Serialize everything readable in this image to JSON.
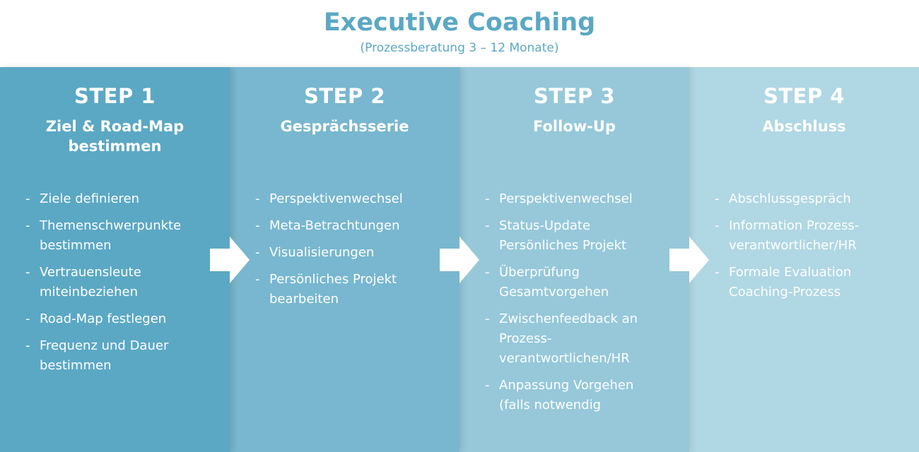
{
  "header": {
    "title": "Executive Coaching",
    "subtitle": "(Prozessberatung 3 – 12 Monate)"
  },
  "colors": {
    "title": "#5ba8c4",
    "step1": "#5ba8c4",
    "step2": "#78b7cf",
    "step3": "#96c8da",
    "step4": "#b0d7e4",
    "text": "#ffffff"
  },
  "steps": [
    {
      "title": "STEP 1",
      "subtitle": "Ziel & Road-Map bestimmen",
      "items": [
        "Ziele definieren",
        "Themenschwerpunkte bestimmen",
        "Vertrauensleute miteinbeziehen",
        "Road-Map festlegen",
        "Frequenz und Dauer bestimmen"
      ]
    },
    {
      "title": "STEP 2",
      "subtitle": "Gesprächsserie",
      "items": [
        "Perspektivenwechsel",
        "Meta-Betrachtungen",
        "Visualisierungen",
        "Persönliches Projekt bearbeiten"
      ]
    },
    {
      "title": "STEP 3",
      "subtitle": "Follow-Up",
      "items": [
        "Perspektivenwechsel",
        "Status-Update Persönliches Projekt",
        "Überprüfung Gesamtvorgehen",
        "Zwischenfeedback an Prozess-verantwortlichen/HR",
        "Anpassung Vorgehen (falls notwendig"
      ]
    },
    {
      "title": "STEP 4",
      "subtitle": "Abschluss",
      "items": [
        "Abschlussgespräch",
        "Information Prozess-verantwortlicher/HR",
        "Formale Evaluation Coaching-Prozess"
      ]
    }
  ],
  "arrows": [
    "arrow-right-icon",
    "arrow-right-icon",
    "arrow-right-icon"
  ]
}
